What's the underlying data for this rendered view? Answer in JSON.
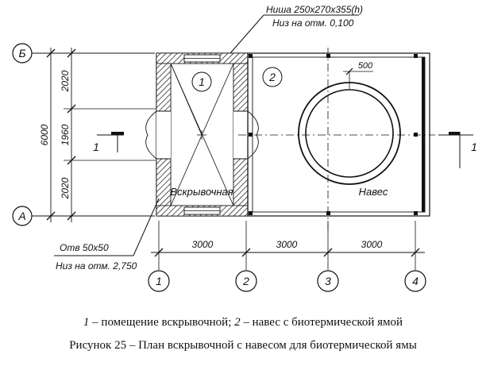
{
  "niche_note": {
    "line1": "Ниша 250x270x355(h)",
    "line2": "Низ на отм. 0,100"
  },
  "opening_note": {
    "line1": "Отв 50x50",
    "line2": "Низ на отм. 2,750"
  },
  "axes_rows": {
    "top": "Б",
    "bottom": "А"
  },
  "axes_cols": [
    "1",
    "2",
    "3",
    "4"
  ],
  "room_markers": {
    "room1": "1",
    "room2": "2"
  },
  "room_labels": {
    "autopsy": "Вскрывочная",
    "canopy": "Навес"
  },
  "dim_vertical_total": "6000",
  "dim_vertical_segments": [
    "2020",
    "1960",
    "2020"
  ],
  "dim_horizontal": [
    "3000",
    "3000",
    "3000"
  ],
  "dim_small": "500",
  "section_mark": "1",
  "caption_legend": {
    "n1": "1",
    "t1": " – помещение вскрывочной; ",
    "n2": "2",
    "t2": " – навес с биотермической ямой"
  },
  "caption_title": "Рисунок 25 – План вскрывочной с навесом для биотермической ямы"
}
